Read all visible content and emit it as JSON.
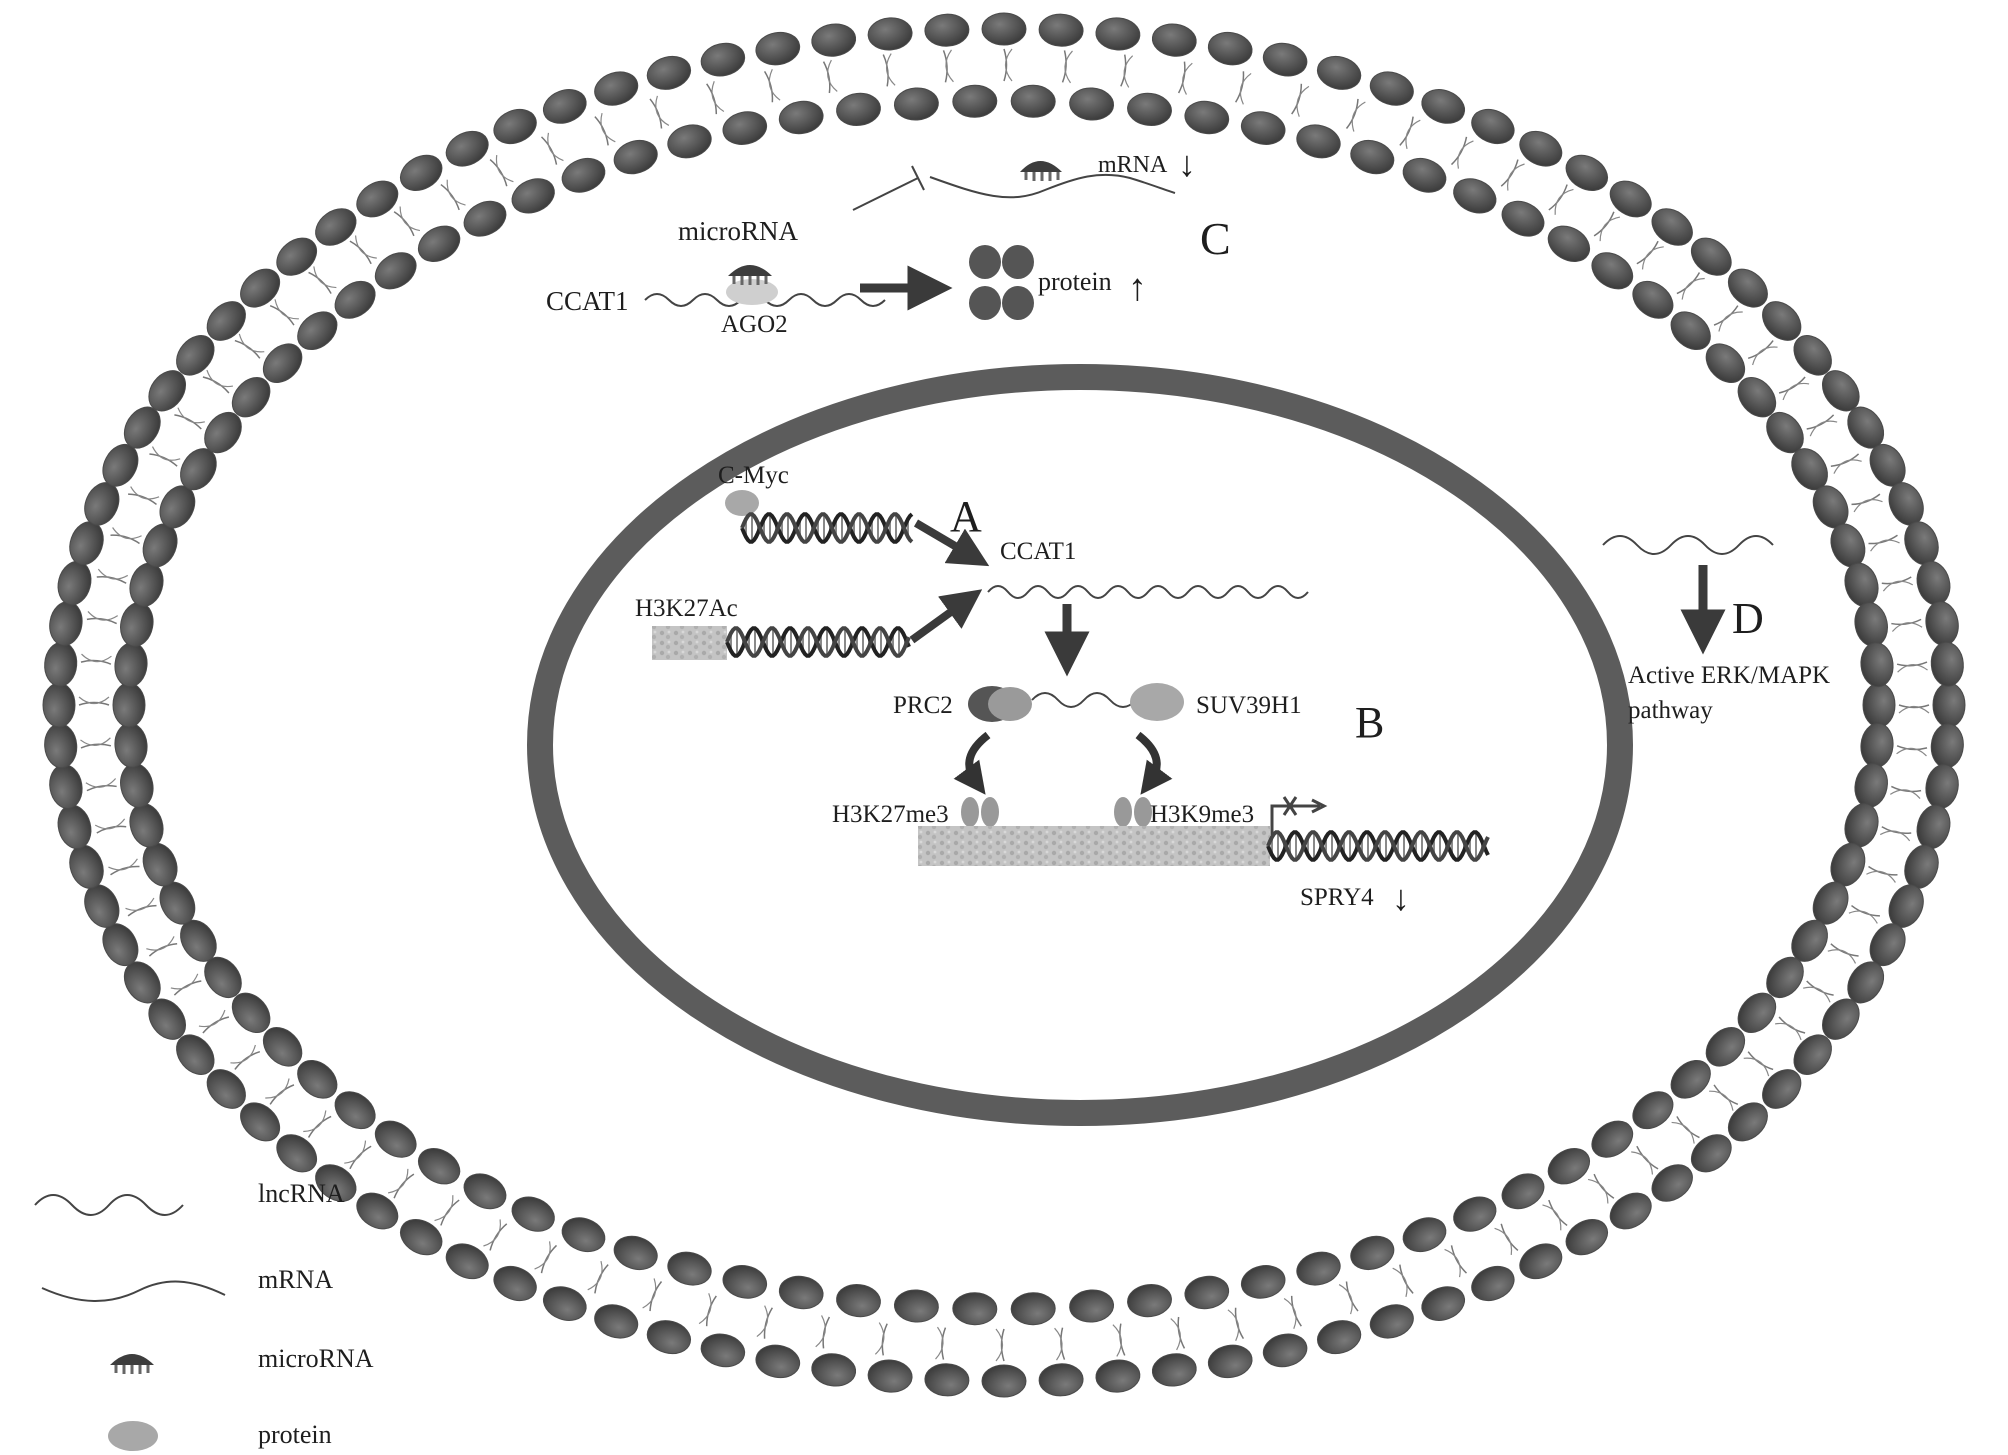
{
  "cytoplasm": {
    "microrna_label": "microRNA",
    "ccat1_label": "CCAT1",
    "ago2_label": "AGO2",
    "mrna_label": "mRNA",
    "protein_label": "protein",
    "down_arrow": "↓",
    "up_arrow": "↑",
    "section_c": "C"
  },
  "nucleus": {
    "cmyc_label": "C-Myc",
    "h3k27ac_label": "H3K27Ac",
    "ccat1_label": "CCAT1",
    "section_a": "A",
    "section_b": "B",
    "prc2_label": "PRC2",
    "suv39h1_label": "SUV39H1",
    "h3k27me3_label": "H3K27me3",
    "h3k9me3_label": "H3K9me3",
    "spry4_label": "SPRY4",
    "down_arrow": "↓"
  },
  "pathway": {
    "section_d": "D",
    "line1": "Active ERK/MAPK",
    "line2": "pathway"
  },
  "legend": {
    "items": [
      {
        "icon": "lncrna-wave-icon",
        "label": "lncRNA"
      },
      {
        "icon": "mrna-wave-icon",
        "label": "mRNA"
      },
      {
        "icon": "microrna-icon",
        "label": "microRNA"
      },
      {
        "icon": "protein-ellipse-icon",
        "label": "protein"
      }
    ]
  },
  "colors": {
    "membrane_head": "#4a4a4a",
    "nucleus_ring": "#5c5c5c",
    "protein_light": "#a8a8a8",
    "protein_dark": "#555555",
    "chromatin": "#bdbdbd"
  }
}
